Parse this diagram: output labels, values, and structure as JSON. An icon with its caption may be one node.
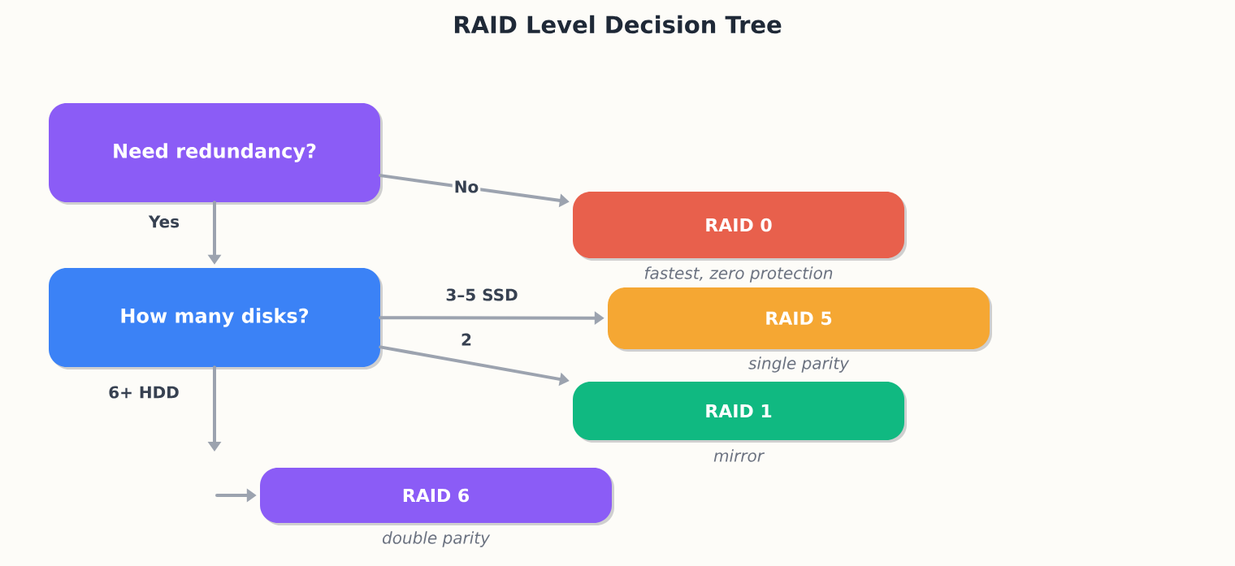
{
  "diagram": {
    "title": "RAID Level Decision Tree",
    "nodes": [
      {
        "text": [
          "Need redundancy?"
        ]
      },
      {
        "text": [
          "How many disks?"
        ]
      },
      {
        "text": [
          "RAID 0"
        ],
        "beside": [
          "fastest, zero protection"
        ]
      },
      {
        "text": [
          "RAID 5"
        ],
        "beside": [
          "single parity"
        ]
      },
      {
        "text": [
          "RAID 1"
        ],
        "beside": [
          "mirror"
        ]
      },
      {
        "text": [
          "RAID 6"
        ],
        "beside": [
          "double parity"
        ]
      }
    ],
    "edges": [
      {
        "from": 0,
        "to": 1,
        "arrow": "to",
        "label": "Yes"
      },
      {
        "from": 0,
        "to": 2,
        "arrow": "to",
        "label": "No"
      },
      {
        "from": 1,
        "to": 3,
        "arrow": "to",
        "label": "3–5 SSD"
      },
      {
        "from": 1,
        "to": 4,
        "arrow": "to",
        "label": "2"
      },
      {
        "from": 1,
        "to": null,
        "arrow": "to",
        "label": "6+ HDD"
      },
      {
        "from": null,
        "to": 5,
        "arrow": "to"
      }
    ]
  }
}
